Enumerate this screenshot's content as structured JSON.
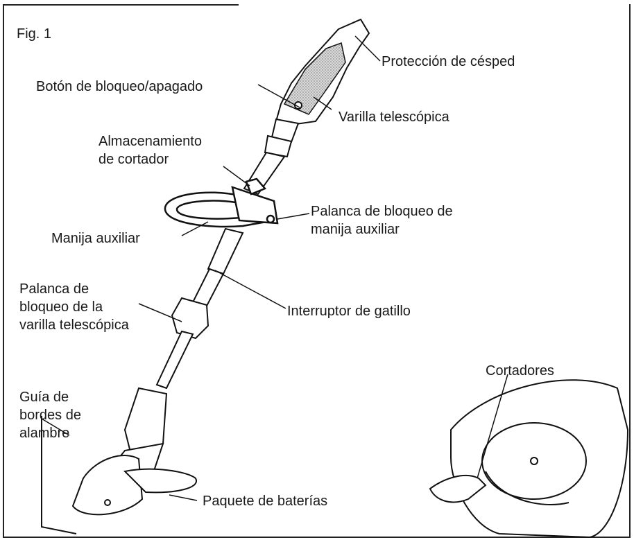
{
  "figure": {
    "title": "Fig. 1"
  },
  "labels": {
    "grass_guard": "Protección de césped",
    "lock_off_button": "Botón de bloqueo/apagado",
    "telescoping_rod": "Varilla telescópica",
    "cutter_storage": "Almacenamiento\nde cortador",
    "aux_handle_lock_lever": "Palanca de bloqueo de\nmanija auxiliar",
    "aux_handle": "Manija auxiliar",
    "trigger_switch": "Interruptor de gatillo",
    "rod_lock_lever": "Palanca de\nbloqueo de la\nvarilla telescópica",
    "cutters": "Cortadores",
    "wire_edge_guide": "Guía de\nbordes de\nalambre",
    "battery_pack": "Paquete de baterías"
  }
}
